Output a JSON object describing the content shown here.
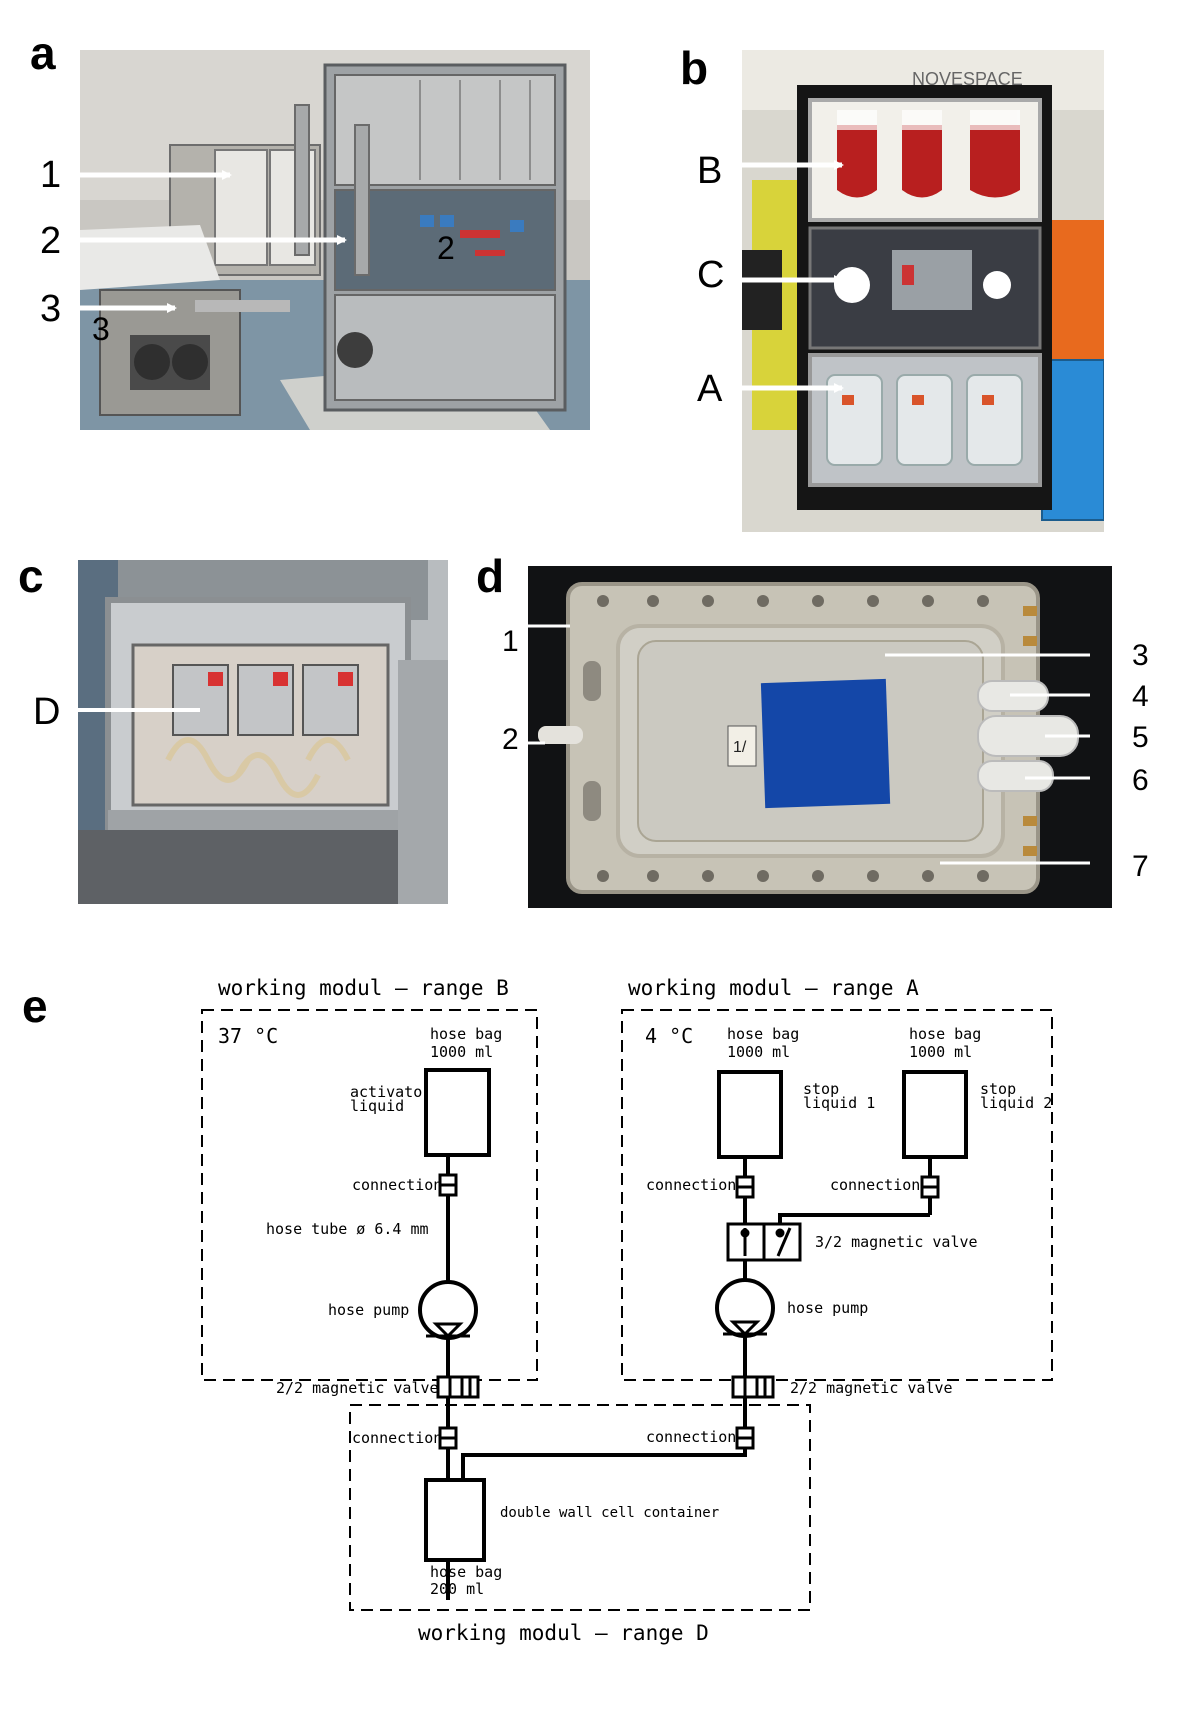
{
  "panels": {
    "a": {
      "letter": "a",
      "callouts": [
        "1",
        "2",
        "3"
      ],
      "inline_labels": [
        "2",
        "3"
      ]
    },
    "b": {
      "letter": "b",
      "callouts": [
        "B",
        "C",
        "A"
      ],
      "sign_text": "NOVESPACE"
    },
    "c": {
      "letter": "c",
      "callouts": [
        "D"
      ]
    },
    "d": {
      "letter": "d",
      "callouts": [
        "1",
        "2",
        "3",
        "4",
        "5",
        "6",
        "7"
      ],
      "handwritten": "1/"
    },
    "e": {
      "letter": "e"
    }
  },
  "schematic": {
    "range_b": {
      "title": "working modul  –  range B",
      "temperature": "37 °C",
      "bag_label_1": "hose bag",
      "bag_label_2": "1000 ml",
      "liquid_label_1": "activator",
      "liquid_label_2": "liquid",
      "connection": "connection",
      "tube_label": "hose tube ø 6.4 mm",
      "pump": "hose pump",
      "valve": "2/2 magnetic valve"
    },
    "range_a": {
      "title": "working modul  –  range A",
      "temperature": "4 °C",
      "bag1_label_1": "hose bag",
      "bag1_label_2": "1000 ml",
      "bag2_label_1": "hose bag",
      "bag2_label_2": "1000 ml",
      "stop1_label_1": "stop",
      "stop1_label_2": "liquid 1",
      "stop2_label_1": "stop",
      "stop2_label_2": "liquid 2",
      "connection1": "connection",
      "connection2": "connection",
      "valve32": "3/2 magnetic valve",
      "pump": "hose pump",
      "valve22": "2/2 magnetic valve"
    },
    "range_d": {
      "title": "working modul  –  range D",
      "connection_left": "connection",
      "connection_right": "connection",
      "container": "double wall cell container",
      "bag_label_1": "hose bag",
      "bag_label_2": "200 ml"
    }
  }
}
